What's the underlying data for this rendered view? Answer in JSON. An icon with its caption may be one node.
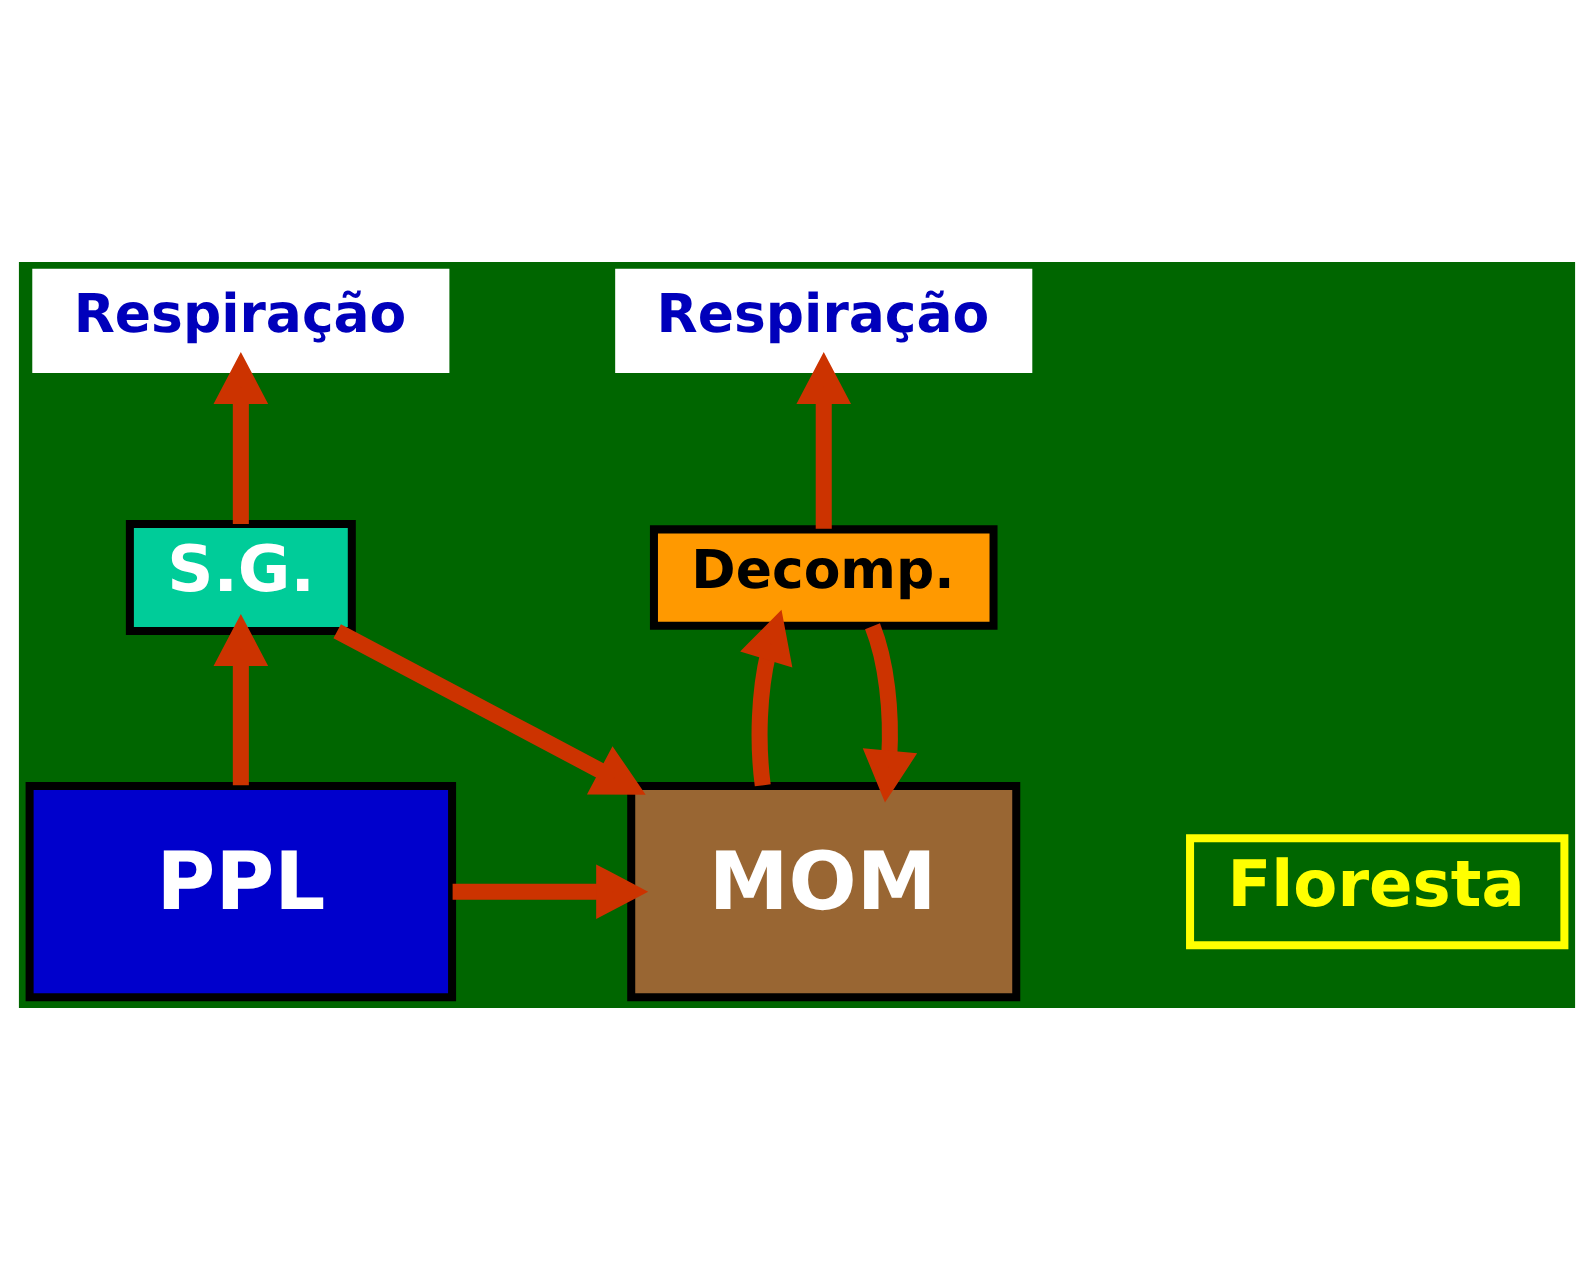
{
  "diagram": {
    "nodes": [
      {
        "text": [
          "Respiração"
        ]
      },
      {
        "text": [
          "Respiração"
        ]
      },
      {
        "text": [
          "S.G."
        ]
      },
      {
        "text": [
          "Decomp."
        ]
      },
      {
        "text": [
          "PPL"
        ]
      },
      {
        "text": [
          "MOM"
        ]
      },
      {
        "text": [
          "Floresta"
        ]
      }
    ],
    "edges": [
      {
        "from": 4,
        "to": 2,
        "arrow": "to"
      },
      {
        "from": 2,
        "to": 0,
        "arrow": "to"
      },
      {
        "from": 2,
        "to": 5,
        "arrow": "to"
      },
      {
        "from": 4,
        "to": 5,
        "arrow": "to"
      },
      {
        "from": 5,
        "to": 3,
        "arrow": "to"
      },
      {
        "from": 3,
        "to": 5,
        "arrow": "to"
      },
      {
        "from": 3,
        "to": 1,
        "arrow": "to"
      }
    ]
  }
}
